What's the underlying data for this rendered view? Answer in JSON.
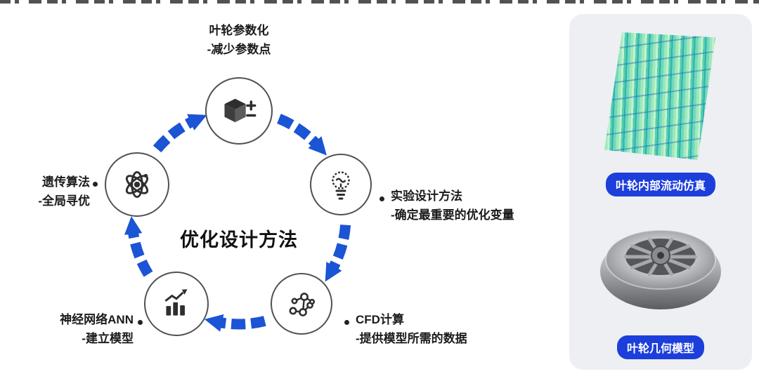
{
  "diagram": {
    "center_title": "优化设计方法",
    "nodes": [
      {
        "id": "impeller-parameterization",
        "icon": "cube-parameters-icon",
        "title": "叶轮参数化",
        "subtitle": "-减少参数点"
      },
      {
        "id": "experimental-design",
        "icon": "lightbulb-icon",
        "title": "实验设计方法",
        "subtitle": "-确定最重要的优化变量"
      },
      {
        "id": "cfd-computation",
        "icon": "network-graph-icon",
        "title": "CFD计算",
        "subtitle": "-提供模型所需的数据"
      },
      {
        "id": "neural-network-ann",
        "icon": "bar-chart-icon",
        "title": "神经网络ANN",
        "subtitle": "-建立模型"
      },
      {
        "id": "genetic-algorithm",
        "icon": "atom-icon",
        "title": "遗传算法",
        "subtitle": "-全局寻优"
      }
    ]
  },
  "side_panel": {
    "flow_simulation_caption": "叶轮内部流动仿真",
    "geometry_model_caption": "叶轮几何模型"
  },
  "colors": {
    "arrow_blue": "#1b54d4",
    "badge_blue": "#1c3edb",
    "icon_dark": "#2e2e2e",
    "panel_background": "#edeff2"
  }
}
